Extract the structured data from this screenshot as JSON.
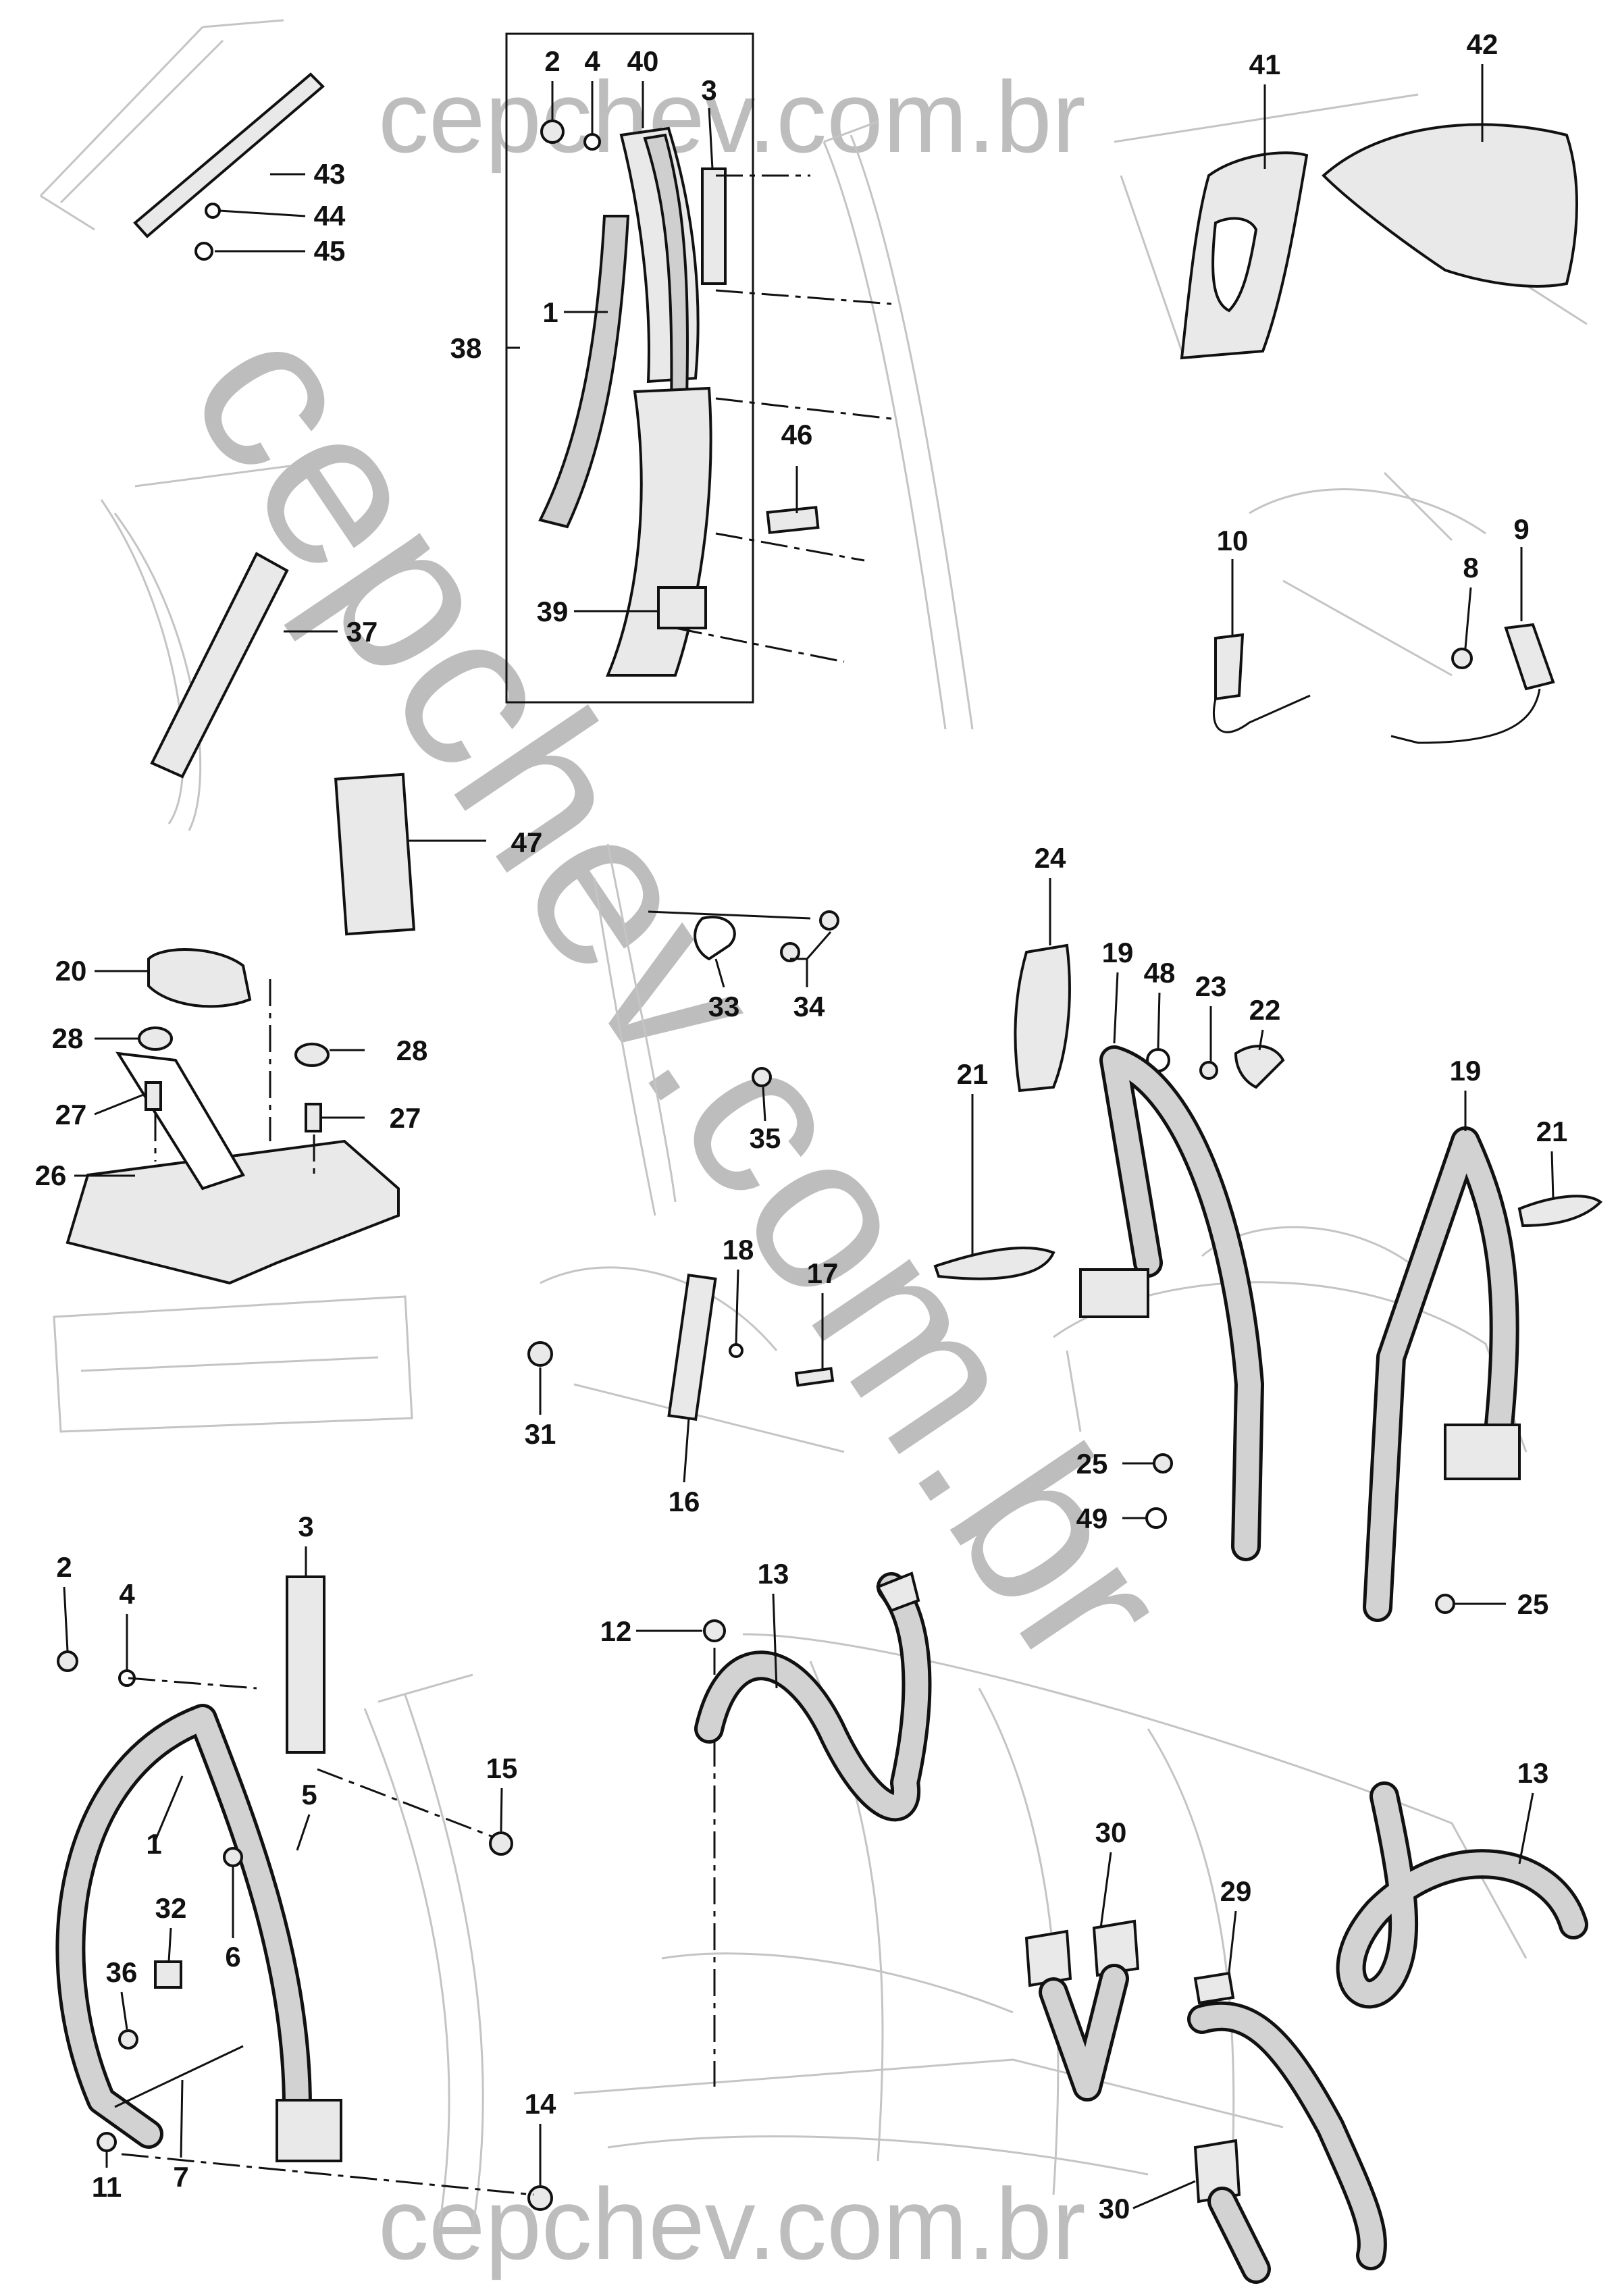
{
  "watermarks": {
    "top": "cepchev.com.br",
    "diagonal": "cepchev.com.br",
    "bottom": "cepchev.com.br"
  },
  "callouts": [
    {
      "id": "c2a",
      "label": "2"
    },
    {
      "id": "c4a",
      "label": "4"
    },
    {
      "id": "c40",
      "label": "40"
    },
    {
      "id": "c3a",
      "label": "3"
    },
    {
      "id": "c1a",
      "label": "1"
    },
    {
      "id": "c38",
      "label": "38"
    },
    {
      "id": "c46",
      "label": "46"
    },
    {
      "id": "c39",
      "label": "39"
    },
    {
      "id": "c41",
      "label": "41"
    },
    {
      "id": "c42",
      "label": "42"
    },
    {
      "id": "c43",
      "label": "43"
    },
    {
      "id": "c44",
      "label": "44"
    },
    {
      "id": "c45",
      "label": "45"
    },
    {
      "id": "c37",
      "label": "37"
    },
    {
      "id": "c47",
      "label": "47"
    },
    {
      "id": "c10",
      "label": "10"
    },
    {
      "id": "c9",
      "label": "9"
    },
    {
      "id": "c8",
      "label": "8"
    },
    {
      "id": "c20",
      "label": "20"
    },
    {
      "id": "c28a",
      "label": "28"
    },
    {
      "id": "c28b",
      "label": "28"
    },
    {
      "id": "c27a",
      "label": "27"
    },
    {
      "id": "c27b",
      "label": "27"
    },
    {
      "id": "c26",
      "label": "26"
    },
    {
      "id": "c33",
      "label": "33"
    },
    {
      "id": "c34",
      "label": "34"
    },
    {
      "id": "c35",
      "label": "35"
    },
    {
      "id": "c24",
      "label": "24"
    },
    {
      "id": "c19a",
      "label": "19"
    },
    {
      "id": "c48",
      "label": "48"
    },
    {
      "id": "c23",
      "label": "23"
    },
    {
      "id": "c22",
      "label": "22"
    },
    {
      "id": "c21a",
      "label": "21"
    },
    {
      "id": "c19b",
      "label": "19"
    },
    {
      "id": "c21b",
      "label": "21"
    },
    {
      "id": "c18",
      "label": "18"
    },
    {
      "id": "c17",
      "label": "17"
    },
    {
      "id": "c31",
      "label": "31"
    },
    {
      "id": "c16",
      "label": "16"
    },
    {
      "id": "c25a",
      "label": "25"
    },
    {
      "id": "c49",
      "label": "49"
    },
    {
      "id": "c25b",
      "label": "25"
    },
    {
      "id": "c3b",
      "label": "3"
    },
    {
      "id": "c2b",
      "label": "2"
    },
    {
      "id": "c4b",
      "label": "4"
    },
    {
      "id": "c15",
      "label": "15"
    },
    {
      "id": "c5",
      "label": "5"
    },
    {
      "id": "c1b",
      "label": "1"
    },
    {
      "id": "c6",
      "label": "6"
    },
    {
      "id": "c32",
      "label": "32"
    },
    {
      "id": "c36",
      "label": "36"
    },
    {
      "id": "c7",
      "label": "7"
    },
    {
      "id": "c11",
      "label": "11"
    },
    {
      "id": "c14",
      "label": "14"
    },
    {
      "id": "c13a",
      "label": "13"
    },
    {
      "id": "c12",
      "label": "12"
    },
    {
      "id": "c30a",
      "label": "30"
    },
    {
      "id": "c29",
      "label": "29"
    },
    {
      "id": "c13b",
      "label": "13"
    },
    {
      "id": "c30b",
      "label": "30"
    }
  ]
}
